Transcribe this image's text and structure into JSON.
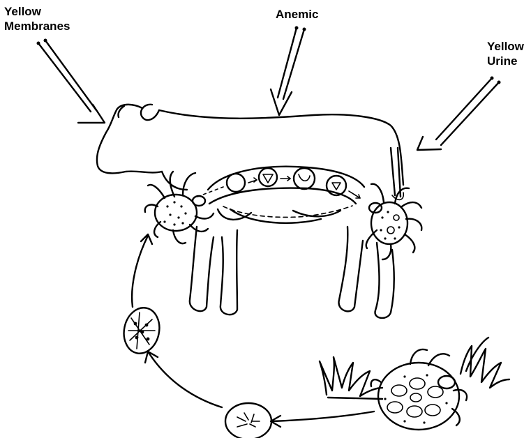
{
  "labels": {
    "yellow_membranes": {
      "line1": "Yellow",
      "line2": "Membranes"
    },
    "anemic": "Anemic",
    "yellow_urine": {
      "line1": "Yellow",
      "line2": "Urine"
    }
  }
}
